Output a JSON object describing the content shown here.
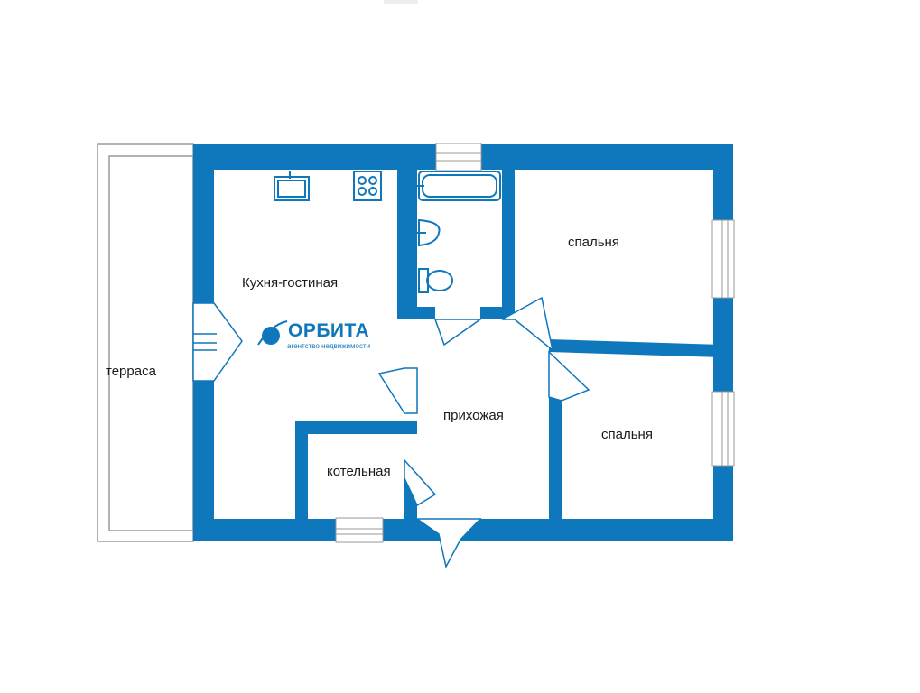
{
  "rooms": {
    "kitchen_living": "Кухня-гостиная",
    "bedroom_1": "спальня",
    "bedroom_2": "спальня",
    "hallway": "прихожая",
    "boiler_room": "котельная",
    "terrace": "терраса"
  },
  "logo": {
    "name": "ОРБИТА",
    "tagline": "агентство недвижимости"
  },
  "colors": {
    "wall": "#0f77bc",
    "fixture_stroke": "#0f77bc",
    "window_stroke": "#9a9a9a",
    "text": "#1a1a1a",
    "background": "#ffffff"
  }
}
